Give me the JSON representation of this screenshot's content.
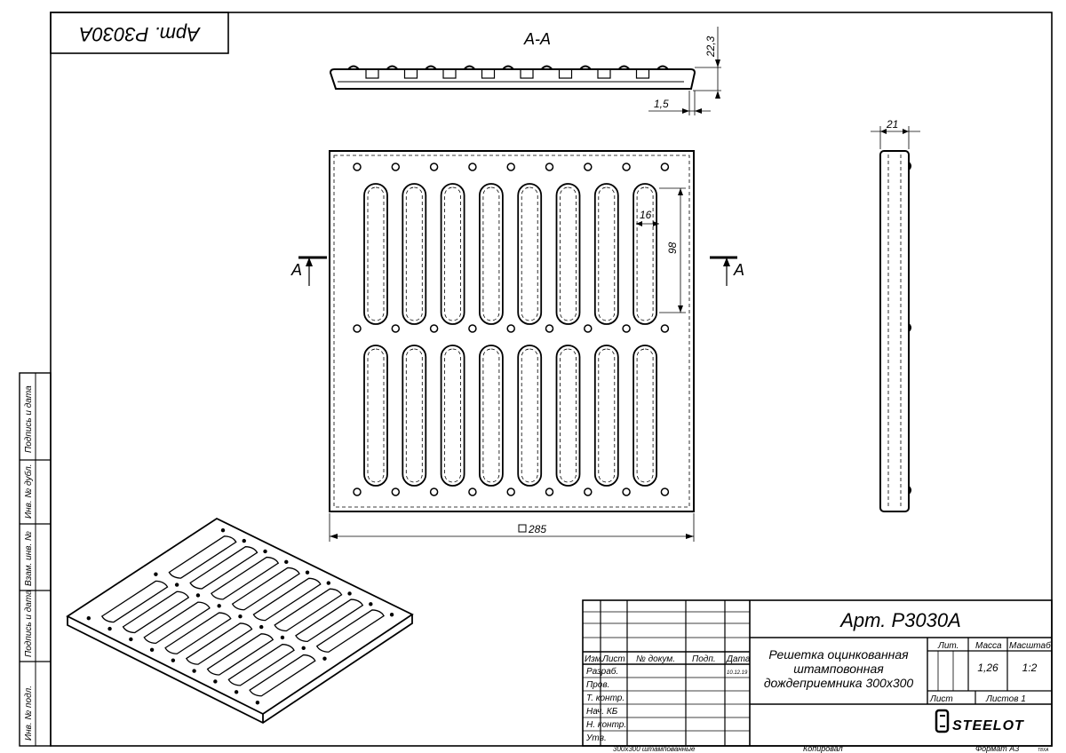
{
  "article_mirrored": "Арт. Р3030А",
  "section": {
    "title": "А-А",
    "mark": "А",
    "dims": {
      "height": "22,3",
      "thickness": "1,5"
    }
  },
  "plan": {
    "dims": {
      "slot_width": "16",
      "slot_length": "98",
      "side": "285"
    },
    "slot_columns": 8,
    "slot_rows": 2
  },
  "side_view": {
    "dims": {
      "width": "21"
    }
  },
  "left_stamps": [
    "Подпись и дата",
    "Инв. № дубл.",
    "Взам. инв. №",
    "Подпись и дата",
    "Инв. № подл."
  ],
  "title_block": {
    "article": "Арт. Р3030А",
    "name_lines": [
      "Решетка оцинкованная",
      "штамповонная",
      "дождеприемника 300х300"
    ],
    "headers": {
      "izm": "Изм.",
      "list": "Лист",
      "doc": "№ докум.",
      "sign": "Подп.",
      "date": "Дата",
      "lit": "Лит.",
      "mass": "Масса",
      "scale": "Масштаб"
    },
    "roles": [
      "Разраб.",
      "Пров.",
      "Т. контр.",
      "Нач. КБ",
      "Н. контр.",
      "Утв."
    ],
    "date_value": "10.12.19",
    "mass": "1,26",
    "scale": "1:2",
    "sheet_label": "Лист",
    "sheets_label": "Листов 1",
    "logo": "STEELOT"
  },
  "footer": {
    "filename": "300х300 штампованные",
    "copied": "Копировал",
    "format": "Формат А3",
    "tiny": "T8XA"
  }
}
